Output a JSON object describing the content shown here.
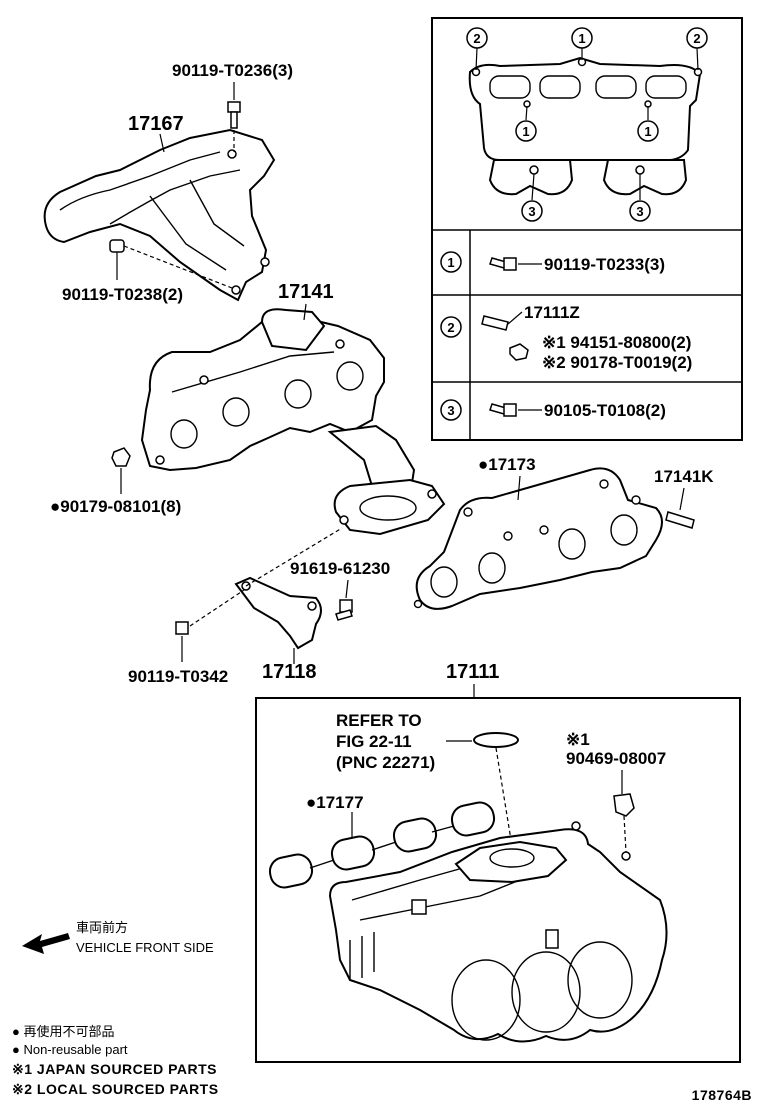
{
  "labels": {
    "p90119_T0236": "90119-T0236(3)",
    "p17167": "17167",
    "p90119_T0238": "90119-T0238(2)",
    "p17141": "17141",
    "p90179_08101": "●90179-08101(8)",
    "p17173": "●17173",
    "p17141K": "17141K",
    "p91619_61230": "91619-61230",
    "p90119_T0342": "90119-T0342",
    "p17118": "17118",
    "p17111": "17111",
    "refer_line1": "REFER TO",
    "refer_line2": "FIG 22-11",
    "refer_line3": "(PNC 22271)",
    "p17177": "●17177",
    "p90469_mark": "※1",
    "p90469": "90469-08007",
    "front_jp": "車両前方",
    "front_en": "VEHICLE FRONT SIDE"
  },
  "inset": {
    "callouts": [
      "2",
      "1",
      "2",
      "1",
      "1",
      "3",
      "3"
    ],
    "table": [
      {
        "key": "1",
        "parts": [
          "90119-T0233(3)"
        ]
      },
      {
        "key": "2",
        "parts": [
          "17111Z",
          "※1  94151-80800(2)",
          "※2  90178-T0019(2)"
        ]
      },
      {
        "key": "3",
        "parts": [
          "90105-T0108(2)"
        ]
      }
    ]
  },
  "legend": [
    "● 再使用不可部品",
    "● Non-reusable part",
    "※1 JAPAN SOURCED PARTS",
    "※2 LOCAL SOURCED PARTS"
  ],
  "figure_id": "178764B"
}
